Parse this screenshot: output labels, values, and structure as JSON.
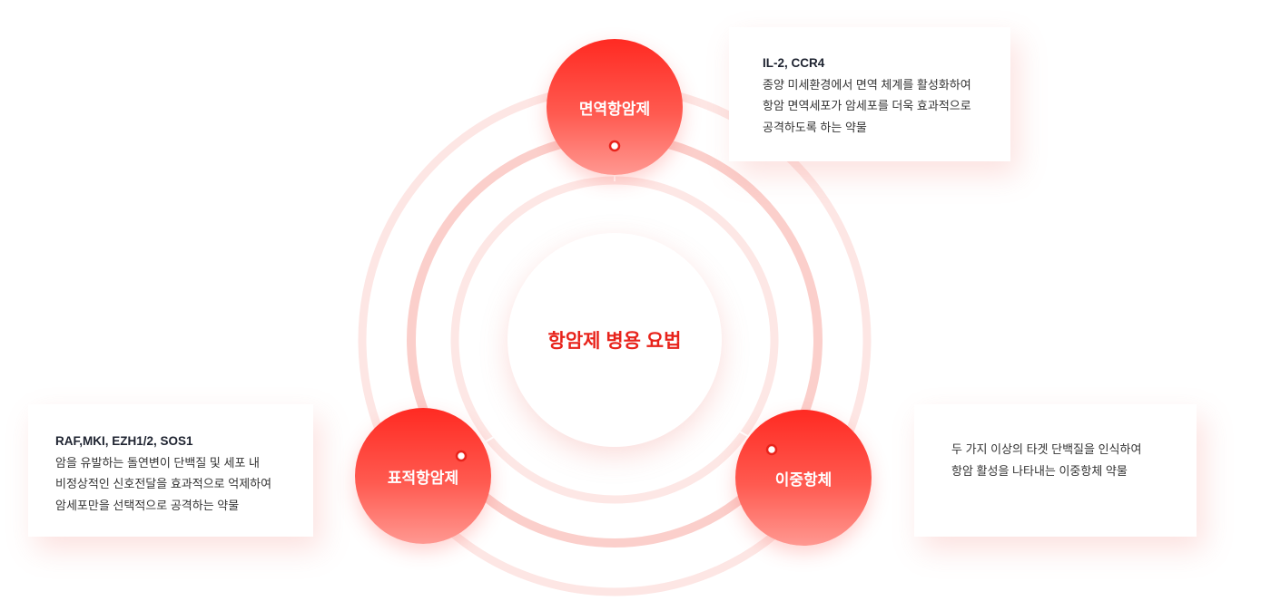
{
  "center": {
    "title": "항암제 병용 요법"
  },
  "nodes": {
    "immune": {
      "label": "면역항암제",
      "targets": "IL-2, CCR4",
      "desc": [
        "종양 미세환경에서 면역 체계를 활성화하여",
        "항암 면역세포가 암세포를 더욱 효과적으로",
        "공격하도록 하는 약물"
      ]
    },
    "targeted": {
      "label": "표적항암제",
      "targets": "RAF,MKI, EZH1/2, SOS1",
      "desc": [
        "암을 유발하는 돌연변이 단백질 및 세포 내",
        "비정상적인 신호전달을 효과적으로 억제하여",
        "암세포만을 선택적으로 공격하는 약물"
      ]
    },
    "bispecific": {
      "label": "이중항체",
      "desc": [
        "두 가지 이상의 타겟 단백질을 인식하여",
        "항암 활성을 나타내는 이중항체 약물"
      ]
    }
  },
  "colors": {
    "accent": "#ff2a22",
    "ring": "#fbd3d0"
  }
}
